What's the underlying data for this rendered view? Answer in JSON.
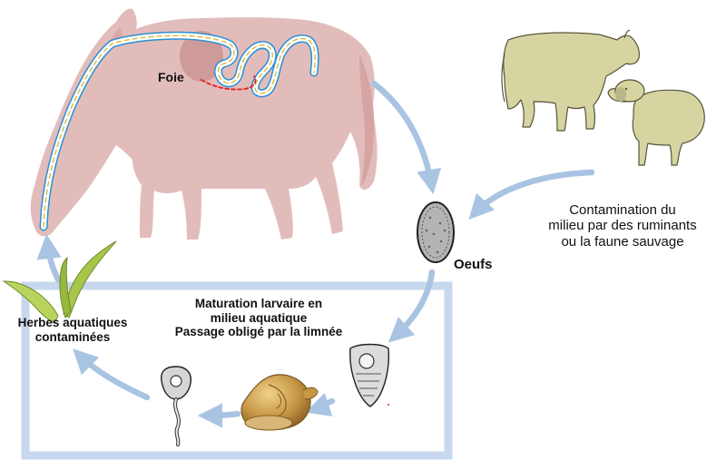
{
  "labels": {
    "foie": "Foie",
    "oeufs": "Oeufs",
    "contamination": [
      "Contamination du",
      "milieu par des ruminants",
      "ou la faune sauvage"
    ],
    "maturation": [
      "Maturation larvaire en",
      "milieu aquatique",
      "Passage obligé par la limnée"
    ],
    "herbes": [
      "Herbes aquatiques",
      "contaminées"
    ]
  },
  "colors": {
    "horse": "#e2bcbb",
    "horse_organ": "#cf9a9a",
    "intestine_outline": "#2a90d0",
    "liver_path": "#e02020",
    "arrow": "#a9c4e2",
    "box_border": "#c7d8ee",
    "ruminants": "#d6d5a2",
    "ruminants_outline": "#55553a",
    "egg": "#b4b4b4",
    "snail": "#c69745",
    "grass": "#a7c64a"
  }
}
